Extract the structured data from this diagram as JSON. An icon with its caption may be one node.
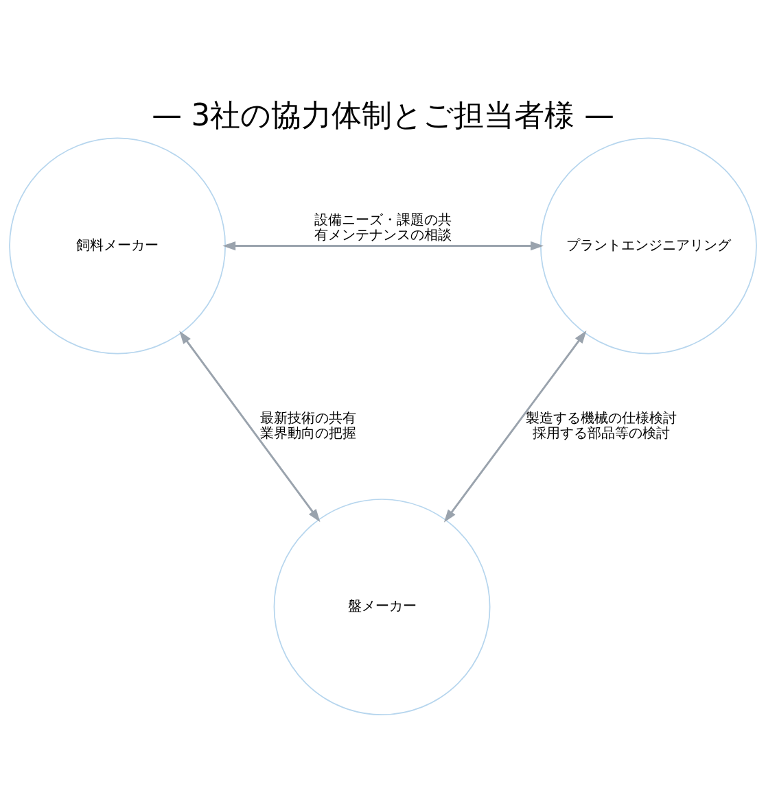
{
  "diagram": {
    "title": "— 3社の協力体制とご担当者様 —",
    "nodes": [
      {
        "text": [
          "飼料メーカー"
        ]
      },
      {
        "text": [
          "プラントエンジニアリング"
        ]
      },
      {
        "text": [
          "盤メーカー"
        ]
      }
    ],
    "edges": [
      {
        "from": 0,
        "to": 1,
        "arrow": "both",
        "label": "設備ニーズ・課題の共有メンテナンスの相談"
      },
      {
        "from": 0,
        "to": 2,
        "arrow": "both",
        "label": "最新技術の共有業界動向の把握"
      },
      {
        "from": 1,
        "to": 2,
        "arrow": "both",
        "label": "製造する機械の仕様検討採用する部品等の検討"
      }
    ]
  }
}
